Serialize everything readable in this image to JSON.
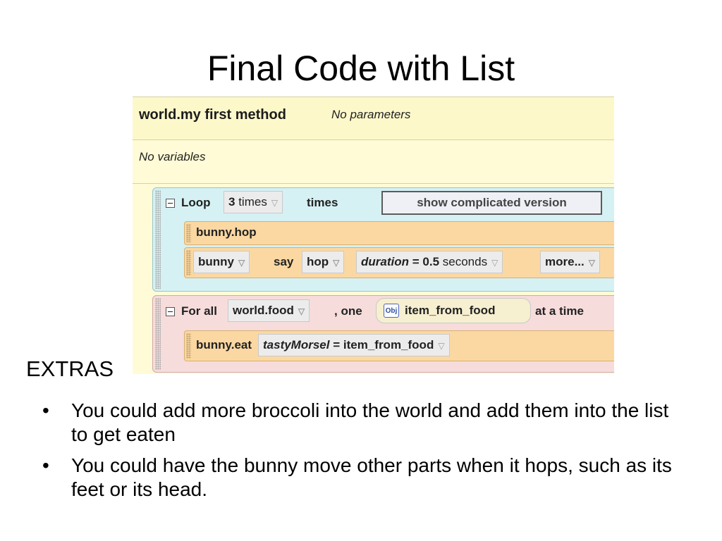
{
  "slide": {
    "title": "Final Code with List",
    "extras_heading": "EXTRAS",
    "bullets": [
      "You could add more broccoli into the world and add them into the list to get eaten",
      "You could have the bunny move other parts when it hops, such as its feet or its head."
    ],
    "bullet_glyph": "•"
  },
  "editor": {
    "method_name": "world.my first method",
    "parameters": "No parameters",
    "variables": "No variables",
    "loop": {
      "keyword": "Loop",
      "count_value": "3",
      "count_unit": "times",
      "times_label": "times",
      "complicated_button": "show complicated version",
      "statements": {
        "hop": "bunny.hop",
        "say_target": "bunny",
        "say_verb": "say",
        "say_text": "hop",
        "duration_label": "duration",
        "duration_eq": "= 0.5",
        "duration_unit": "seconds",
        "more_label": "more..."
      }
    },
    "for_all": {
      "keyword": "For all",
      "list": "world.food",
      "one_label": ", one",
      "obj_badge": "Obj",
      "item_name": "item_from_food",
      "at_a_time": "at a time",
      "eat_call": "bunny.eat",
      "param_name": "tastyMorsel",
      "param_value": "= item_from_food"
    },
    "colors": {
      "header_bg": "#fdf8ca",
      "loop_bg": "#d6f1f3",
      "for_all_bg": "#f7dcdc",
      "statement_bg": "#fbd8a2"
    },
    "icons": {
      "dropdown": "dropdown-triangle-icon",
      "collapse": "minus-box-icon"
    }
  }
}
